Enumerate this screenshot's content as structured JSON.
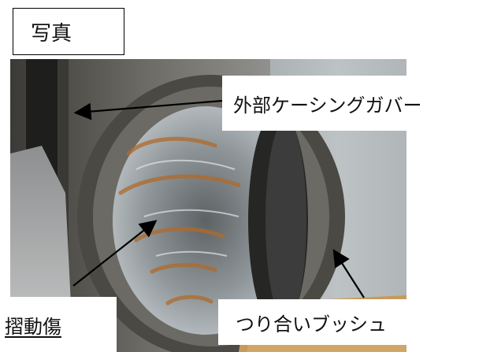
{
  "title": "写真",
  "labels": {
    "casing_cover": "外部ケーシングガバー",
    "sliding_damage": "摺動傷",
    "balance_bush": "つり合いブッシュ"
  }
}
